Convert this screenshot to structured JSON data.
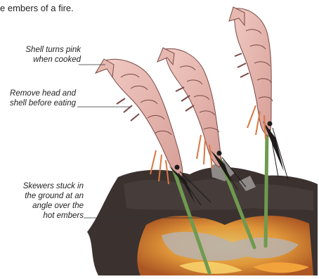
{
  "intro_text": "e embers of a fire.",
  "callouts": [
    {
      "text": "Shell turns pink\nwhen cooked"
    },
    {
      "text": "Remove head and\nshell before eating"
    },
    {
      "text": "Skewers stuck in\nthe ground at an\nangle over the\nhot embers"
    }
  ],
  "colors": {
    "shell": "#e6b8b0",
    "shell_dark": "#c9928b",
    "legs": "#d9773f",
    "skewer": "#6f9a4f",
    "ground": "#3b3230",
    "ember_hot": "#f2a23a",
    "ember_core": "#f7d06a",
    "ash": "#b9b2ad"
  },
  "icons": [
    "shrimp-illustration",
    "skewer",
    "ground-embers"
  ]
}
